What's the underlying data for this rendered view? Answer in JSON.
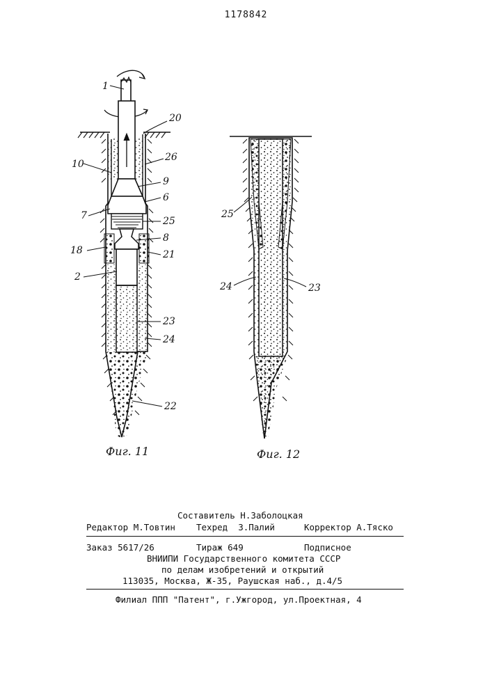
{
  "patent_number": "1178842",
  "figures": [
    {
      "caption": "Фиг. 11",
      "labels": [
        "1",
        "20",
        "10",
        "26",
        "9",
        "6",
        "7",
        "25",
        "8",
        "18",
        "21",
        "2",
        "23",
        "24",
        "22"
      ]
    },
    {
      "caption": "Фиг. 12",
      "labels": [
        "25",
        "24",
        "23"
      ]
    }
  ],
  "colophon": {
    "compiler": "Составитель Н.Заболоцкая",
    "editor": "Редактор М.Товтин",
    "techred": "Техред  З.Палий",
    "corrector": "Корректор А.Тяско",
    "order": "Заказ 5617/26",
    "circulation": "Тираж 649",
    "subscription": "Подписное",
    "org_line1": "ВНИИПИ Государственного комитета СССР",
    "org_line2": "по делам изобретений и открытий",
    "org_line3": "113035, Москва, Ж-35, Раушская наб., д.4/5",
    "branch": "Филиал ППП \"Патент\", г.Ужгород, ул.Проектная, 4"
  }
}
